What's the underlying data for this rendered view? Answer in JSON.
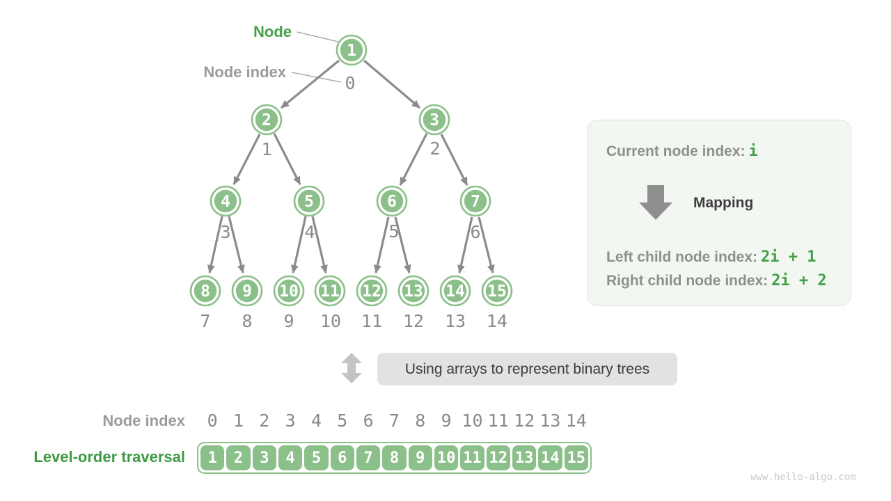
{
  "colors": {
    "node_green": "#8cc08a",
    "green_text": "#44a04a",
    "gray_text": "#9b9b9b",
    "arrow_gray": "#8b8b8b",
    "dark_text": "#3f3f3f",
    "panel_bg": "#f2f7f1",
    "panel_border": "#d8e8d6",
    "caption_bg": "#e2e2e2",
    "light_arrow": "#c4c4c4"
  },
  "tree": {
    "node_callout": "Node",
    "index_callout": "Node index",
    "nodes": [
      {
        "value": "1",
        "index": "0"
      },
      {
        "value": "2",
        "index": "1"
      },
      {
        "value": "3",
        "index": "2"
      },
      {
        "value": "4",
        "index": "3"
      },
      {
        "value": "5",
        "index": "4"
      },
      {
        "value": "6",
        "index": "5"
      },
      {
        "value": "7",
        "index": "6"
      },
      {
        "value": "8",
        "index": "7"
      },
      {
        "value": "9",
        "index": "8"
      },
      {
        "value": "10",
        "index": "9"
      },
      {
        "value": "11",
        "index": "10"
      },
      {
        "value": "12",
        "index": "11"
      },
      {
        "value": "13",
        "index": "12"
      },
      {
        "value": "14",
        "index": "13"
      },
      {
        "value": "15",
        "index": "14"
      }
    ]
  },
  "panel": {
    "current_label": "Current node index:",
    "current_value": "i",
    "mapping_label": "Mapping",
    "mapping_icon": "down-block-arrow",
    "left_label": "Left child node index:",
    "left_value": "2i + 1",
    "right_label": "Right child node index:",
    "right_value": "2i + 2"
  },
  "caption": {
    "icon": "up-down-arrow",
    "text": "Using arrays to represent binary trees"
  },
  "array_section": {
    "index_label": "Node index",
    "traversal_label": "Level-order traversal",
    "indices": [
      "0",
      "1",
      "2",
      "3",
      "4",
      "5",
      "6",
      "7",
      "8",
      "9",
      "10",
      "11",
      "12",
      "13",
      "14"
    ],
    "values": [
      "1",
      "2",
      "3",
      "4",
      "5",
      "6",
      "7",
      "8",
      "9",
      "10",
      "11",
      "12",
      "13",
      "14",
      "15"
    ]
  },
  "watermark": "www.hello-algo.com"
}
